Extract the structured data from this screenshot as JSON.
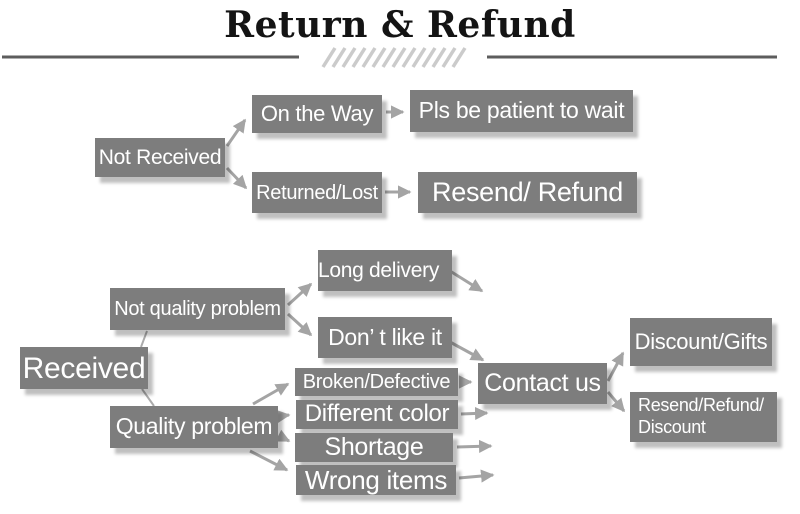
{
  "title": "Return & Refund",
  "nodes": {
    "not_received": "Not Received",
    "on_the_way": "On the Way",
    "pls_wait": "Pls be patient to wait",
    "returned_lost": "Returned/Lost",
    "resend_refund": "Resend/ Refund",
    "received": "Received",
    "not_quality": "Not quality problem",
    "long_delivery": "Long delivery",
    "dont_like": "Don’ t like it",
    "quality": "Quality problem",
    "broken": "Broken/Defective",
    "diff_color": "Different color",
    "shortage": "Shortage",
    "wrong_items": "Wrong items",
    "contact_us": "Contact us",
    "discount_gifts": "Discount/Gifts",
    "resend_discount": "Resend/Refund/\nDiscount"
  },
  "colors": {
    "background": "#ffffff",
    "box_fill": "#7d7d7d",
    "box_text": "#ffffff",
    "arrow": "#a4a4a4",
    "divider_rule": "#5d5d5d",
    "hatch": "#cbcbcb",
    "title_text": "#141414"
  }
}
